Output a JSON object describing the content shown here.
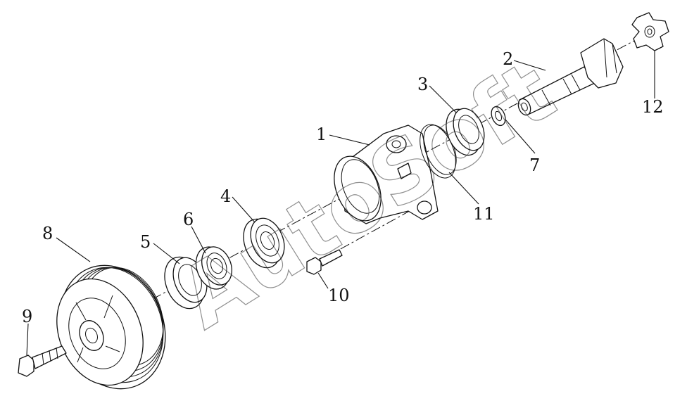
{
  "watermark": "AutoSoft",
  "callouts": [
    {
      "id": "1",
      "label": "1"
    },
    {
      "id": "2",
      "label": "2"
    },
    {
      "id": "3",
      "label": "3"
    },
    {
      "id": "4",
      "label": "4"
    },
    {
      "id": "5",
      "label": "5"
    },
    {
      "id": "6",
      "label": "6"
    },
    {
      "id": "7",
      "label": "7"
    },
    {
      "id": "8",
      "label": "8"
    },
    {
      "id": "9",
      "label": "9"
    },
    {
      "id": "10",
      "label": "10"
    },
    {
      "id": "11",
      "label": "11"
    },
    {
      "id": "12",
      "label": "12"
    }
  ]
}
